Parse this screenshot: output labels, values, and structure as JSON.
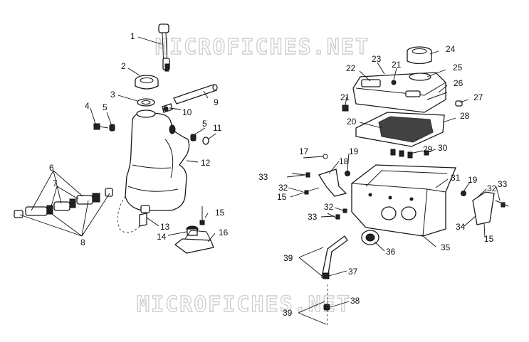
{
  "watermark": {
    "text": "MICROFICHES.NET"
  },
  "callouts": {
    "c1": "1",
    "c2": "2",
    "c3": "3",
    "c4": "4",
    "c5a": "5",
    "c5b": "5",
    "c6": "6",
    "c7": "7",
    "c8": "8",
    "c9": "9",
    "c10": "10",
    "c11": "11",
    "c12": "12",
    "c13": "13",
    "c14": "14",
    "c15a": "15",
    "c15b": "15",
    "c15c": "15",
    "c16": "16",
    "c17": "17",
    "c18": "18",
    "c19a": "19",
    "c19b": "19",
    "c20": "20",
    "c21a": "21",
    "c21b": "21",
    "c22": "22",
    "c23": "23",
    "c24": "24",
    "c25": "25",
    "c26": "26",
    "c27": "27",
    "c28": "28",
    "c29": "29",
    "c30": "30",
    "c31": "31",
    "c32a": "32",
    "c32b": "32",
    "c32c": "32",
    "c33a": "33",
    "c33b": "33",
    "c33c": "33",
    "c34": "34",
    "c35": "35",
    "c36": "36",
    "c37": "37",
    "c38": "38",
    "c39a": "39",
    "c39b": "39"
  }
}
